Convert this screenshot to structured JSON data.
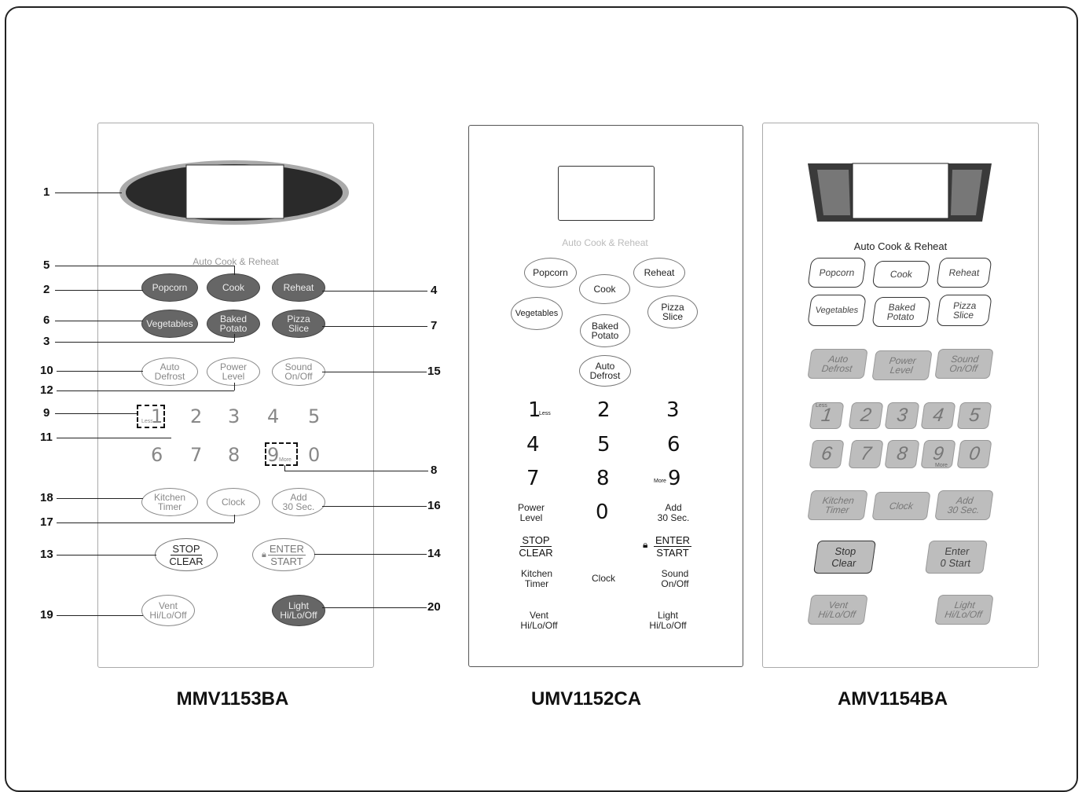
{
  "models": {
    "left": "MMV1153BA",
    "middle": "UMV1152CA",
    "right": "AMV1154BA"
  },
  "left": {
    "header": "Auto Cook & Reheat",
    "buttons": {
      "popcorn": "Popcorn",
      "cook": "Cook",
      "reheat": "Reheat",
      "vegetables": "Vegetables",
      "baked_potato": "Baked\nPotato",
      "pizza_slice": "Pizza\nSlice",
      "auto_defrost": "Auto\nDefrost",
      "power_level": "Power\nLevel",
      "sound": "Sound\nOn/Off",
      "kitchen_timer": "Kitchen\nTimer",
      "clock": "Clock",
      "add30": "Add\n30 Sec.",
      "stop": "STOP",
      "clear": "CLEAR",
      "enter": "ENTER",
      "start": "START",
      "vent": "Vent\nHi/Lo/Off",
      "light": "Light\nHi/Lo/Off"
    },
    "digits_row1": [
      "1",
      "2",
      "3",
      "4",
      "5"
    ],
    "digits_row2": [
      "6",
      "7",
      "8",
      "9",
      "0"
    ],
    "less": "Less",
    "more": "More",
    "callouts": [
      "1",
      "2",
      "3",
      "4",
      "5",
      "6",
      "7",
      "8",
      "9",
      "10",
      "11",
      "12",
      "13",
      "14",
      "15",
      "16",
      "17",
      "18",
      "19",
      "20"
    ]
  },
  "middle": {
    "header": "Auto Cook & Reheat",
    "buttons": {
      "popcorn": "Popcorn",
      "cook": "Cook",
      "reheat": "Reheat",
      "vegetables": "Vegetables",
      "baked_potato": "Baked\nPotato",
      "pizza_slice": "Pizza\nSlice",
      "auto_defrost": "Auto\nDefrost"
    },
    "digits": [
      "1",
      "2",
      "3",
      "4",
      "5",
      "6",
      "7",
      "8",
      "9",
      "0"
    ],
    "less": "Less",
    "more": "More",
    "power_level": "Power\nLevel",
    "add30": "Add\n30 Sec.",
    "stop": "STOP",
    "clear": "CLEAR",
    "enter": "ENTER",
    "start": "START",
    "kitchen_timer": "Kitchen\nTimer",
    "clock": "Clock",
    "sound": "Sound\nOn/Off",
    "vent": "Vent\nHi/Lo/Off",
    "light": "Light\nHi/Lo/Off"
  },
  "right": {
    "header": "Auto Cook & Reheat",
    "buttons": {
      "popcorn": "Popcorn",
      "cook": "Cook",
      "reheat": "Reheat",
      "vegetables": "Vegetables",
      "baked_potato": "Baked\nPotato",
      "pizza_slice": "Pizza\nSlice",
      "auto_defrost": "Auto\nDefrost",
      "power_level": "Power\nLevel",
      "sound": "Sound\nOn/Off",
      "kitchen_timer": "Kitchen\nTimer",
      "clock": "Clock",
      "add30": "Add\n30 Sec.",
      "stop_clear": "Stop\nClear",
      "enter_start": "Enter\n0 Start",
      "vent": "Vent\nHi/Lo/Off",
      "light": "Light\nHi/Lo/Off"
    },
    "digits": [
      "1",
      "2",
      "3",
      "4",
      "5",
      "6",
      "7",
      "8",
      "9",
      "0"
    ],
    "less": "Less",
    "more": "More"
  }
}
